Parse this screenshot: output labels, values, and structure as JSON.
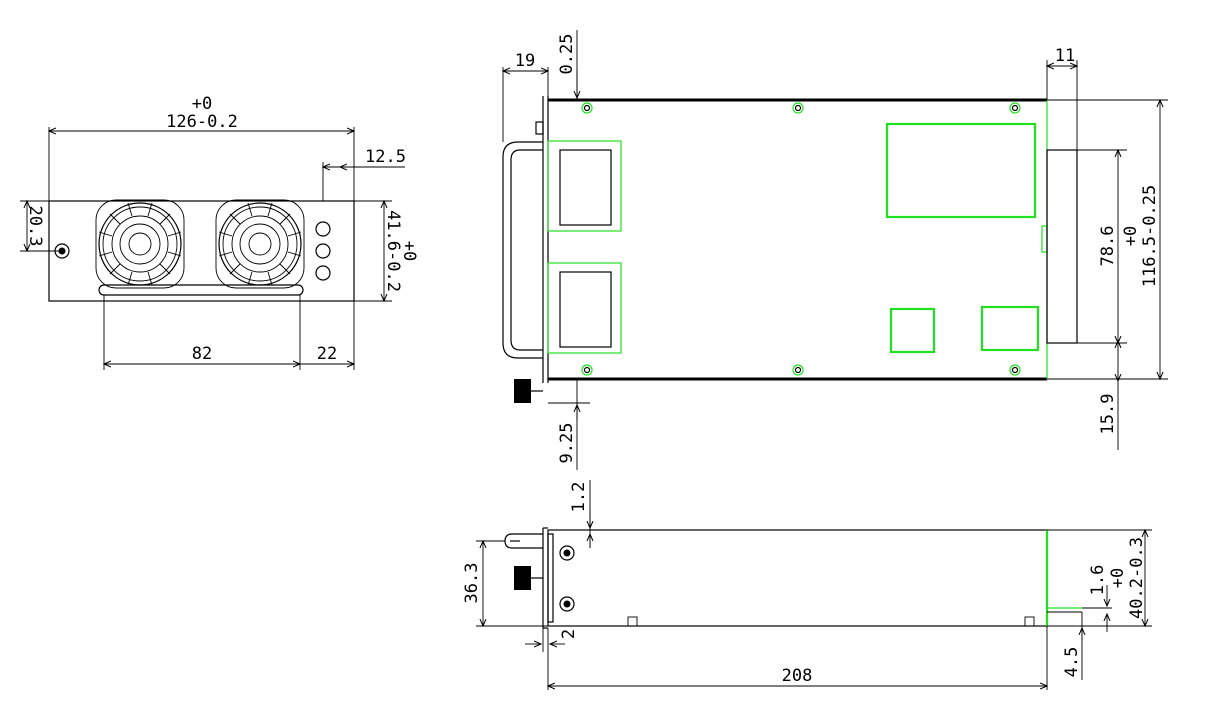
{
  "front_view": {
    "width_tol": "+0",
    "width": "126-0.2",
    "handle_offset": "12.5",
    "screw_height": "20.3",
    "height_tol": "+0",
    "height": "41.6-0.2",
    "handle_span": "82",
    "edge_offset": "22"
  },
  "top_view": {
    "handle_depth": "19",
    "top_gap": "0.25",
    "rear_offset": "11",
    "inner_height": "78.6",
    "width_tol": "+0",
    "width": "116.5-0.25",
    "bottom_offset": "15.9",
    "connector_offset": "9.25"
  },
  "side_view": {
    "top_gap": "1.2",
    "screw_span": "36.3",
    "flange": "2",
    "height_tol": "+0",
    "height": "40.2-0.3",
    "connector_gap": "1.6",
    "connector_offset": "4.5",
    "length": "208"
  },
  "colors": {
    "line": "#000000",
    "highlight": "#22e022"
  }
}
